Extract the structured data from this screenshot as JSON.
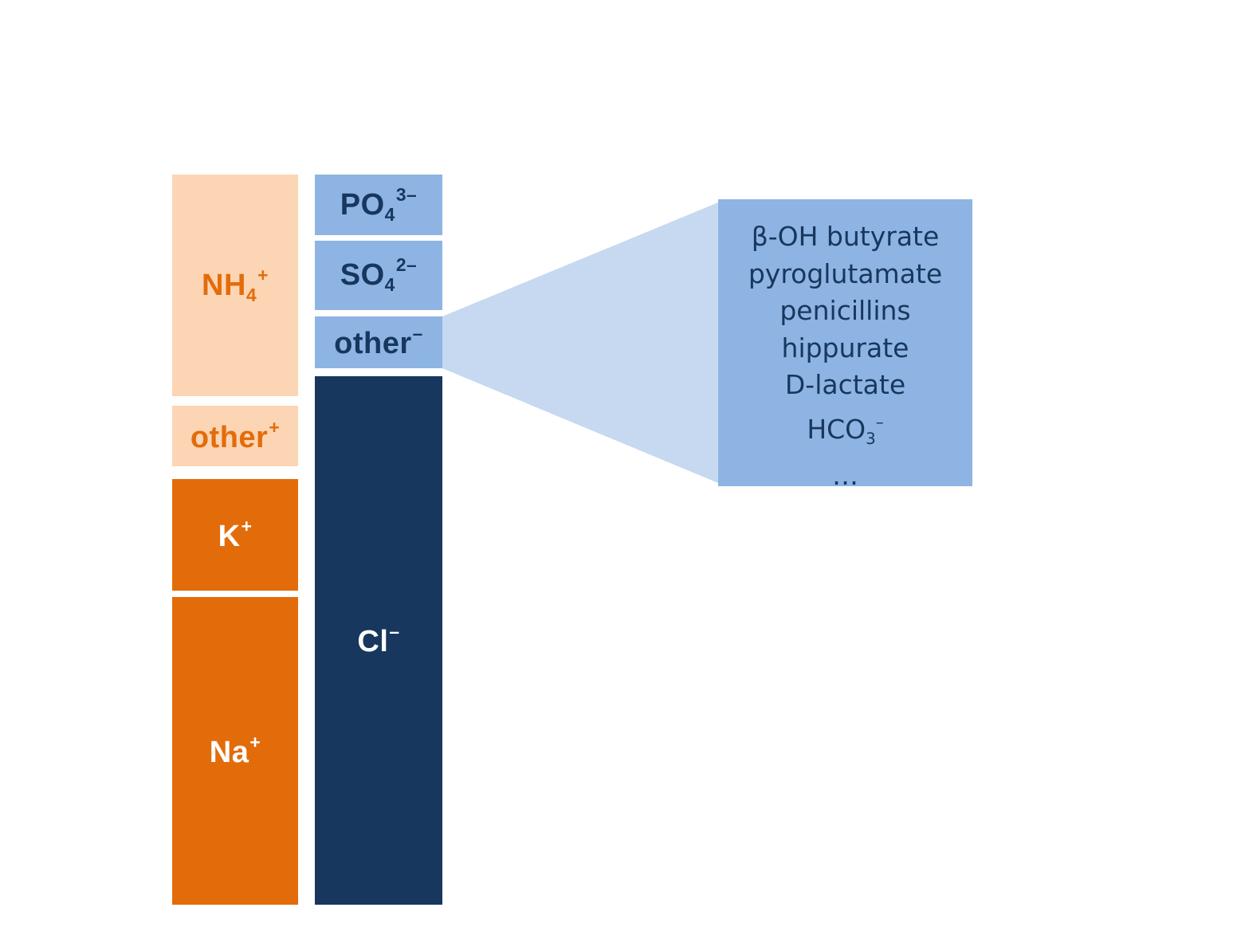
{
  "colors": {
    "cation_light": "#fcd5b5",
    "cation_dark": "#e36c0a",
    "anion_light": "#8eb4e3",
    "anion_dark": "#17375e",
    "callout_wedge": "#c6d9f1"
  },
  "cations": [
    {
      "base": "NH",
      "sub": "4",
      "sup": "+"
    },
    {
      "base": "other",
      "sup": "+"
    },
    {
      "base": "K",
      "sup": "+"
    },
    {
      "base": "Na",
      "sup": "+"
    }
  ],
  "anions": [
    {
      "base": "PO",
      "sub": "4",
      "sup": "3–"
    },
    {
      "base": "SO",
      "sub": "4",
      "sup": "2–"
    },
    {
      "base": "other",
      "sup": "–"
    },
    {
      "base": "Cl",
      "sup": "–"
    }
  ],
  "callout": {
    "items": [
      "β-OH butyrate",
      "pyroglutamate",
      "penicillins",
      "hippurate"
    ],
    "d_lactate": {
      "prefix": "D",
      "rest": "-lactate"
    },
    "bicarbonate": {
      "base": "HCO",
      "sub": "3",
      "sup": "–"
    },
    "ellipsis": "…"
  }
}
